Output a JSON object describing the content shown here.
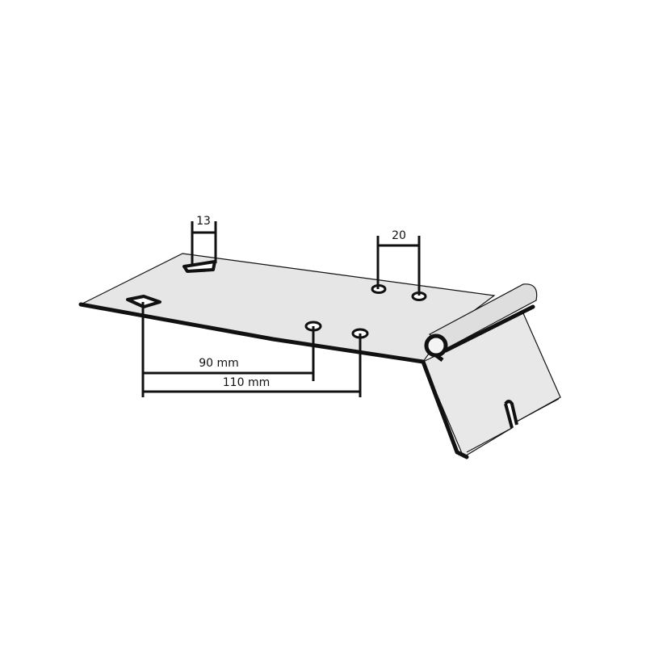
{
  "diagram": {
    "subject": "hinge bracket plate",
    "colors": {
      "background": "#ffffff",
      "plate_fill": "#e6e6e6",
      "plate_fill_light": "#ececec",
      "hinge_fill": "#dedede",
      "outline": "#111111"
    },
    "dimensions": {
      "slot_width": {
        "label": "13"
      },
      "hole_spacing": {
        "label": "20"
      },
      "distance_short": {
        "label": "90 mm"
      },
      "distance_long": {
        "label": "110 mm"
      }
    }
  }
}
